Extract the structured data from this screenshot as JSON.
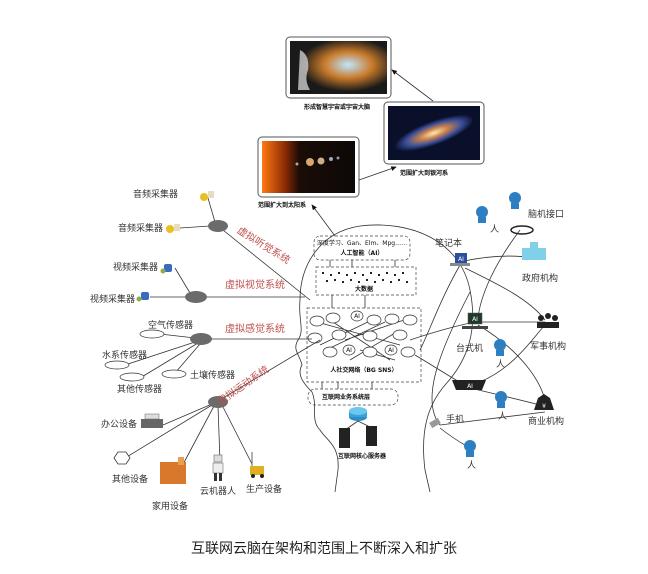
{
  "caption": "互联网云脑在架构和范围上不断深入和扩张",
  "expansion": {
    "universe_brain": "形成智慧宇宙或宇宙大脑",
    "galaxy": "范围扩大到银河系",
    "solar_system": "范围扩大到太阳系"
  },
  "core": {
    "ai_methods": "深度学习、Gan、Elm、Mpg……",
    "ai": "人工智能（AI）",
    "big_data": "大数据",
    "sns": "人社交网络（BG SNS）",
    "node_label": "AI",
    "business_layer": "互联网业务系统层",
    "core_servers": "互联网核心服务器"
  },
  "systems": {
    "hearing": "虚拟听觉系统",
    "vision": "虚拟视觉系统",
    "sensing": "虚拟感觉系统",
    "motion": "虚拟运动系统"
  },
  "left_devices": {
    "audio_1": "音频采集器",
    "audio_2": "音频采集器",
    "video_1": "视频采集器",
    "video_2": "视频采集器",
    "air_sensor": "空气传感器",
    "water_sensor": "水系传感器",
    "other_sensor": "其他传感器",
    "soil_sensor": "土壤传感器",
    "office": "办公设备",
    "other_device": "其他设备",
    "home": "家用设备",
    "robot": "云机器人",
    "production": "生产设备"
  },
  "right_nodes": {
    "bci": "脑机接口",
    "laptop": "笔记本",
    "government": "政府机构",
    "desktop": "台式机",
    "military": "军事机构",
    "phone": "手机",
    "business": "商业机构",
    "person": "人",
    "ai_badge": "AI",
    "money_symbol": "¥"
  },
  "colors": {
    "system_label": "#c0504d",
    "person": "#2e7fc1",
    "hub": "#6b6b6b"
  }
}
